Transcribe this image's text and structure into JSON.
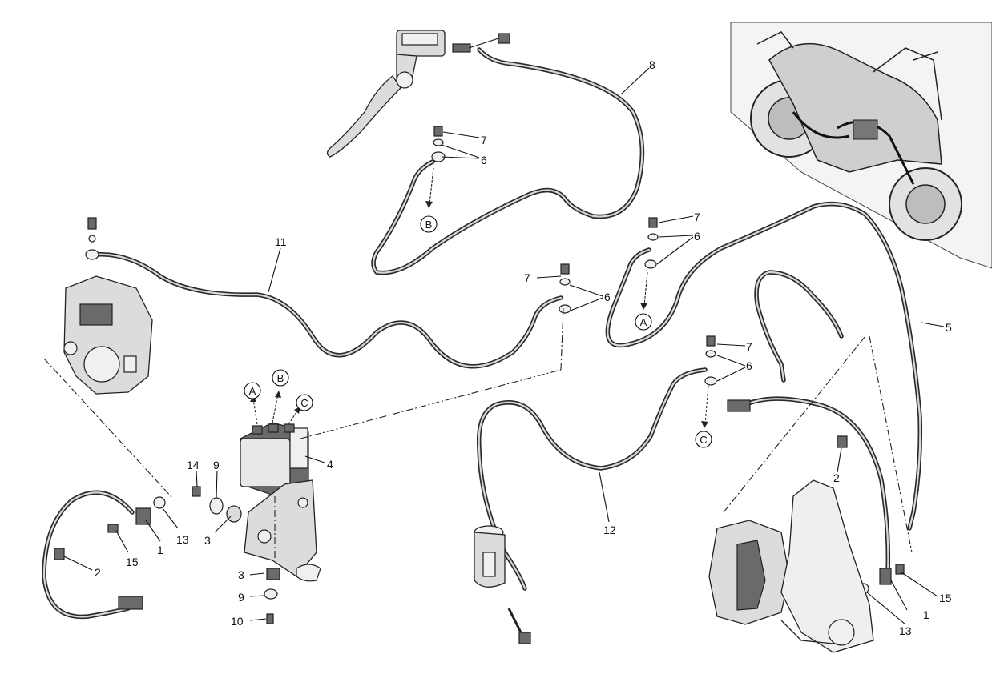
{
  "part_numbers": {
    "p1a": "1",
    "p1b": "1",
    "p2a": "2",
    "p2b": "2",
    "p3a": "3",
    "p3b": "3",
    "p4": "4",
    "p5": "5",
    "p6a": "6",
    "p6b": "6",
    "p6c": "6",
    "p6d": "6",
    "p7a": "7",
    "p7b": "7",
    "p7c": "7",
    "p7d": "7",
    "p8": "8",
    "p9a": "9",
    "p9b": "9",
    "p10": "10",
    "p11": "11",
    "p12": "12",
    "p13a": "13",
    "p13b": "13",
    "p14": "14",
    "p15a": "15",
    "p15b": "15"
  },
  "connection_refs": {
    "a_top": "A",
    "b_top": "B",
    "c_top": "C",
    "a_abs": "A",
    "b_abs": "B",
    "c_abs": "C"
  },
  "colors": {
    "line": "#2a2a2a",
    "part_fill": "#dcdcdc",
    "background": "#ffffff"
  }
}
